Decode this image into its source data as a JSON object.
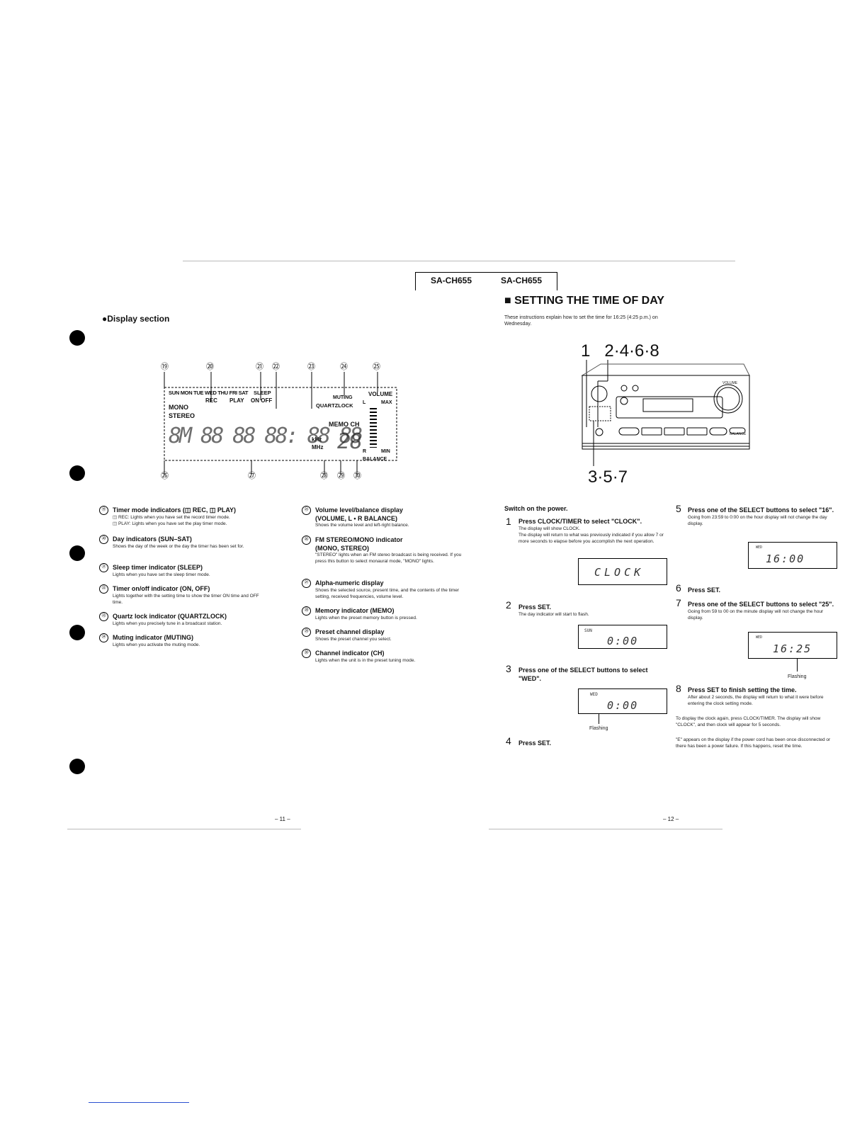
{
  "header": {
    "model_left": "SA-CH655",
    "model_right": "SA-CH655"
  },
  "left_page": {
    "section_title": "●Display section",
    "panel": {
      "callout_top": [
        "⑲",
        "⑳",
        "㉑",
        "㉒",
        "㉓",
        "㉔",
        "㉕"
      ],
      "callout_bottom": [
        "㉖",
        "㉗",
        "㉘",
        "㉙",
        "㉚"
      ],
      "days": "SUN MON TUE WED THU FRI SAT",
      "sleep": "SLEEP",
      "rec": "REC",
      "play": "PLAY",
      "on_off": "ON OFF",
      "mono": "MONO",
      "stereo": "STEREO",
      "muting": "MUTING",
      "quartzlock": "QUARTZLOCK",
      "volume": "VOLUME",
      "l": "L",
      "max": "MAX",
      "r": "R",
      "min": "MIN",
      "balance": "BALANCE",
      "memo_ch": "MEMO CH",
      "khz": "kHz",
      "mhz": "MHz",
      "alpha_digits": "8M 88 88 88: 88 88",
      "preset_digits": "28"
    },
    "indicators_col1": [
      {
        "num": "⑲",
        "title": "Timer mode indicators (◫ REC, ◫ PLAY)",
        "lines": [
          "◫ REC:    Lights when you have set the record timer mode.",
          "◫ PLAY:   Lights when you have set the play timer mode."
        ]
      },
      {
        "num": "⑳",
        "title": "Day indicators (SUN–SAT)",
        "lines": [
          "Shows the day of the week or the day the timer has been set for."
        ]
      },
      {
        "num": "㉑",
        "title": "Sleep timer indicator (SLEEP)",
        "lines": [
          "Lights when you have set the sleep timer mode."
        ]
      },
      {
        "num": "㉒",
        "title": "Timer on/off indicator (ON, OFF)",
        "lines": [
          "Lights together with the setting time to show the timer ON time and OFF time."
        ]
      },
      {
        "num": "㉓",
        "title": "Quartz lock indicator (QUARTZLOCK)",
        "lines": [
          "Lights when you precisely tune in a broadcast station."
        ]
      },
      {
        "num": "㉔",
        "title": "Muting indicator (MUTING)",
        "lines": [
          "Lights when you activate the muting mode."
        ]
      }
    ],
    "indicators_col2": [
      {
        "num": "㉕",
        "title": "Volume level/balance display",
        "title2": "(VOLUME, L • R BALANCE)",
        "lines": [
          "Shows the volume level and left-right balance."
        ]
      },
      {
        "num": "㉖",
        "title": "FM STEREO/MONO indicator",
        "title2": "(MONO, STEREO)",
        "lines": [
          "\"STEREO\" lights when an FM stereo broadcast is being received. If you press this button to select monaural mode, \"MONO\" lights."
        ]
      },
      {
        "num": "㉗",
        "title": "Alpha-numeric display",
        "title2": "",
        "lines": [
          "Shows the selected source, present time, and the contents of the timer setting, received frequencies, volume level."
        ]
      },
      {
        "num": "㉘",
        "title": "Memory indicator (MEMO)",
        "title2": "",
        "lines": [
          "Lights when the preset memory button is pressed."
        ]
      },
      {
        "num": "㉙",
        "title": "Preset channel display",
        "title2": "",
        "lines": [
          "Shows the preset channel you select."
        ]
      },
      {
        "num": "㉚",
        "title": "Channel indicator (CH)",
        "title2": "",
        "lines": [
          "Lights when the unit is in the preset tuning mode."
        ]
      }
    ],
    "page_number": "– 11 –"
  },
  "right_page": {
    "section_title": "■ SETTING THE TIME OF DAY",
    "intro": "These instructions explain how to set the time for 16:25 (4:25 p.m.) on Wednesday.",
    "callout_top": "1   2·4·6·8",
    "callout_bottom": "3·5·7",
    "switch_on": "Switch on the power.",
    "steps": [
      {
        "num": "1",
        "title": "Press CLOCK/TIMER to select \"CLOCK\".",
        "lines": [
          "The display will show CLOCK.",
          "The display will return to what was previously indicated if you allow 7 or more seconds to elapse before you accomplish the next operation."
        ],
        "lcd": "CLOCK"
      },
      {
        "num": "2",
        "title": "Press SET.",
        "lines": [
          "The day indicator will start to flash."
        ],
        "lcd": "0:00",
        "lcd_tag": "SUN"
      },
      {
        "num": "3",
        "title": "Press one of the SELECT buttons to select \"WED\".",
        "lines": [],
        "lcd": "0:00",
        "lcd_tag": "WED",
        "flash": "Flashing"
      },
      {
        "num": "4",
        "title": "Press SET.",
        "lines": []
      },
      {
        "num": "5",
        "title": "Press one of the SELECT buttons to select \"16\".",
        "lines": [
          "Going from 23:59 to 0:00 on the hour display will not change the day display."
        ],
        "lcd": "16:00",
        "lcd_tag": "WED"
      },
      {
        "num": "6",
        "title": "Press SET.",
        "lines": []
      },
      {
        "num": "7",
        "title": "Press one of the SELECT buttons to select \"25\".",
        "lines": [
          "Going from 59 to 00 on the minute display will not change the hour display."
        ],
        "lcd": "16:25",
        "lcd_tag": "WED",
        "flash": "Flashing"
      },
      {
        "num": "8",
        "title": "Press SET to finish setting the time.",
        "lines": [
          "After about 2 seconds, the display will return to what it were before entering the clock setting mode."
        ]
      }
    ],
    "note1": "To display the clock again, press CLOCK/TIMER. The display will show \"CLOCK\", and then clock will appear for 5 seconds.",
    "note2": "\"E\" appears on the display if the power cord has been once disconnected or there has been a power failure. If this happens, reset the time.",
    "device": {
      "label_volume": "VOLUME",
      "label_balance": "BALANCE"
    },
    "page_number": "– 12 –"
  }
}
